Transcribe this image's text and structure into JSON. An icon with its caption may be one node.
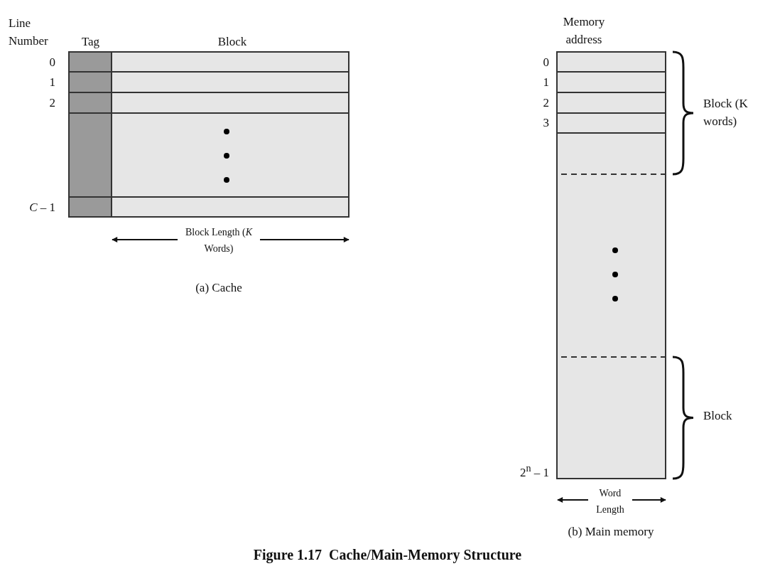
{
  "diagram": {
    "caption": "Figure 1.17  Cache/Main-Memory Structure",
    "labels": [
      "Line Number",
      "Tag",
      "Block",
      "0",
      "1",
      "2",
      "*C* – 1",
      "Block Length (*K* Words)",
      "(a) Cache",
      "Memory address",
      "0",
      "1",
      "2",
      "3",
      "Block (K words)",
      "2$^{n}$ – 1",
      "Block",
      "Word Length",
      "(b) Main memory"
    ]
  }
}
